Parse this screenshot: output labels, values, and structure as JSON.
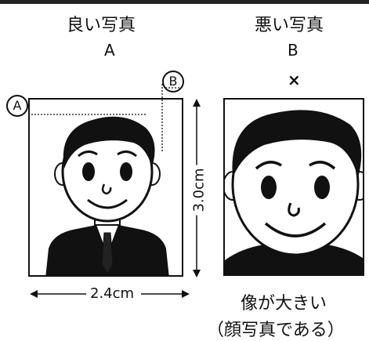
{
  "good": {
    "title": "良い写真",
    "letter": "A",
    "marker_a": "A",
    "marker_b": "B",
    "height_label": "3.0cm",
    "width_label": "2.4cm"
  },
  "bad": {
    "title": "悪い写真",
    "letter": "B",
    "mark": "×",
    "caption_line1": "像が大きい",
    "caption_line2": "（顔写真である）"
  },
  "icons": [
    "face-portrait-icon",
    "cross-mark-icon",
    "dimension-arrow-icon"
  ]
}
